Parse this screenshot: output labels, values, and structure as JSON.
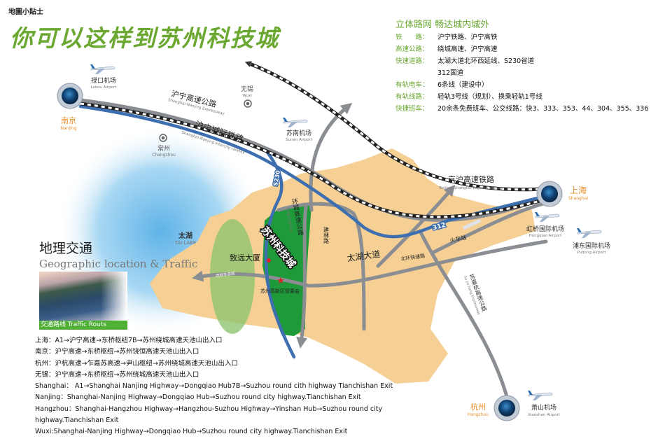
{
  "header": {
    "tag": "地圖小貼士",
    "title": "你可以这样到苏州科技城"
  },
  "info": {
    "heading": "立体路网  畅达城内城外",
    "rows": [
      {
        "label": "铁　　路：",
        "value": "沪宁铁路、沪宁高铁"
      },
      {
        "label": "高速公路：",
        "value": "绕城高速、沪宁高速"
      },
      {
        "label": "快速道路：",
        "value": "太湖大道北环西延线、S230省道"
      },
      {
        "label": "",
        "value": "312国道"
      },
      {
        "label": "有轨电车：",
        "value": "6条线（建设中）"
      },
      {
        "label": "有轨线路：",
        "value": "轻轨3号线（规划）、换乘轻轨1号线"
      },
      {
        "label": "快捷班车：",
        "value": "20余条免费班车、公交线路：快3、333、353、44、304、355、336"
      }
    ]
  },
  "geo": {
    "title_cn": "地理交通",
    "title_en": "Geographic location & Traffic",
    "photo_label": "交通路线 Traffic Routs"
  },
  "routes": [
    "上海：A1→沪宁高速→东桥枢纽7B→苏州绕城高速天池山出入口",
    "南京：沪宁高速→东桥枢纽→苏州饶恒高速天池山出入口",
    "杭州：沪杭高速→乍嘉苏高速→尹山枢纽→苏州绕城高速天池山出入口",
    "无锡：沪宁高速→东桥枢纽→苏州绕城高速天池山出入口",
    "Shanghai： A1→Shanghai Nanjing Highway→Dongqiao Hub7B→Suzhou round cith highway Tianchishan Exit",
    "Nanjing：Shanghai-Nanjing Highway→Dongqiao Hub→Suzhou round city highway.Tianchishan Exit",
    "Hangzhou：Shanghai-Hangzhou Highway→Hangzhou-Suzhou Highway→Yinshan Hub→Suzhou round city",
    "highway.Tianchishan Exit",
    "Wuxi:Shanghai-Nanjing Highway→Dongqiao Hub→Suzhou round city highway.Tianchishan Exit"
  ],
  "map": {
    "cities": {
      "nanjing": {
        "cn": "南京",
        "en": "Nanjing"
      },
      "shanghai": {
        "cn": "上海",
        "en": "Shanghai"
      },
      "hangzhou": {
        "cn": "杭州",
        "en": "Hangzhou"
      },
      "wuxi": {
        "cn": "无锡",
        "en": "Wuxi"
      },
      "changzhou": {
        "cn": "常州",
        "en": "Changzhou"
      }
    },
    "airports": {
      "lukou": {
        "cn": "禄口机场",
        "en": "Lukou Airport"
      },
      "sunan": {
        "cn": "苏南机场",
        "en": "Sunan Airport"
      },
      "hongqiao": {
        "cn": "虹桥国际机场",
        "en": "Hongqiao Airport"
      },
      "pudong": {
        "cn": "浦东国际机场",
        "en": "Pudong Airport"
      },
      "xiaoshan": {
        "cn": "萧山机场",
        "en": "Xiaoshan Airport"
      }
    },
    "roads": {
      "hu_ning_exp": {
        "cn": "沪宁高速公路",
        "en": "Shanghai-Nanjing Expressway"
      },
      "hu_ning_rail": {
        "cn": "沪宁城际铁路",
        "en": "Shanghai-Nanjing intercity railway"
      },
      "jing_hu_rail": {
        "cn": "京沪高速铁路",
        "en": "Beijing-Shanghai Express railway"
      },
      "ring": {
        "cn": "环城高速公路",
        "en": "Ring Express"
      },
      "su_jia_hang": {
        "cn": "苏嘉杭高速公路",
        "en": "Su jia hang Expressway"
      },
      "s230": "S230",
      "r312": "312",
      "taihu_ave": "太湖大道",
      "jianlin": "建林路",
      "beihuan": "北环快速路",
      "station": "火车站"
    },
    "lake": {
      "cn": "太湖",
      "en": "TAI LAKE"
    },
    "places": {
      "tech_city": "苏州科技城",
      "zhiyuan": "致远大厦",
      "admin": "苏州高新区管委会",
      "eco": "西部生态城"
    },
    "colors": {
      "green_title": "#6aa832",
      "land": "#f5cf93",
      "tech_city": "#1f9a3a",
      "highway_blue": "#3d6fb0",
      "road_gray": "#8a8d91",
      "city_orange": "#e8902a"
    }
  }
}
